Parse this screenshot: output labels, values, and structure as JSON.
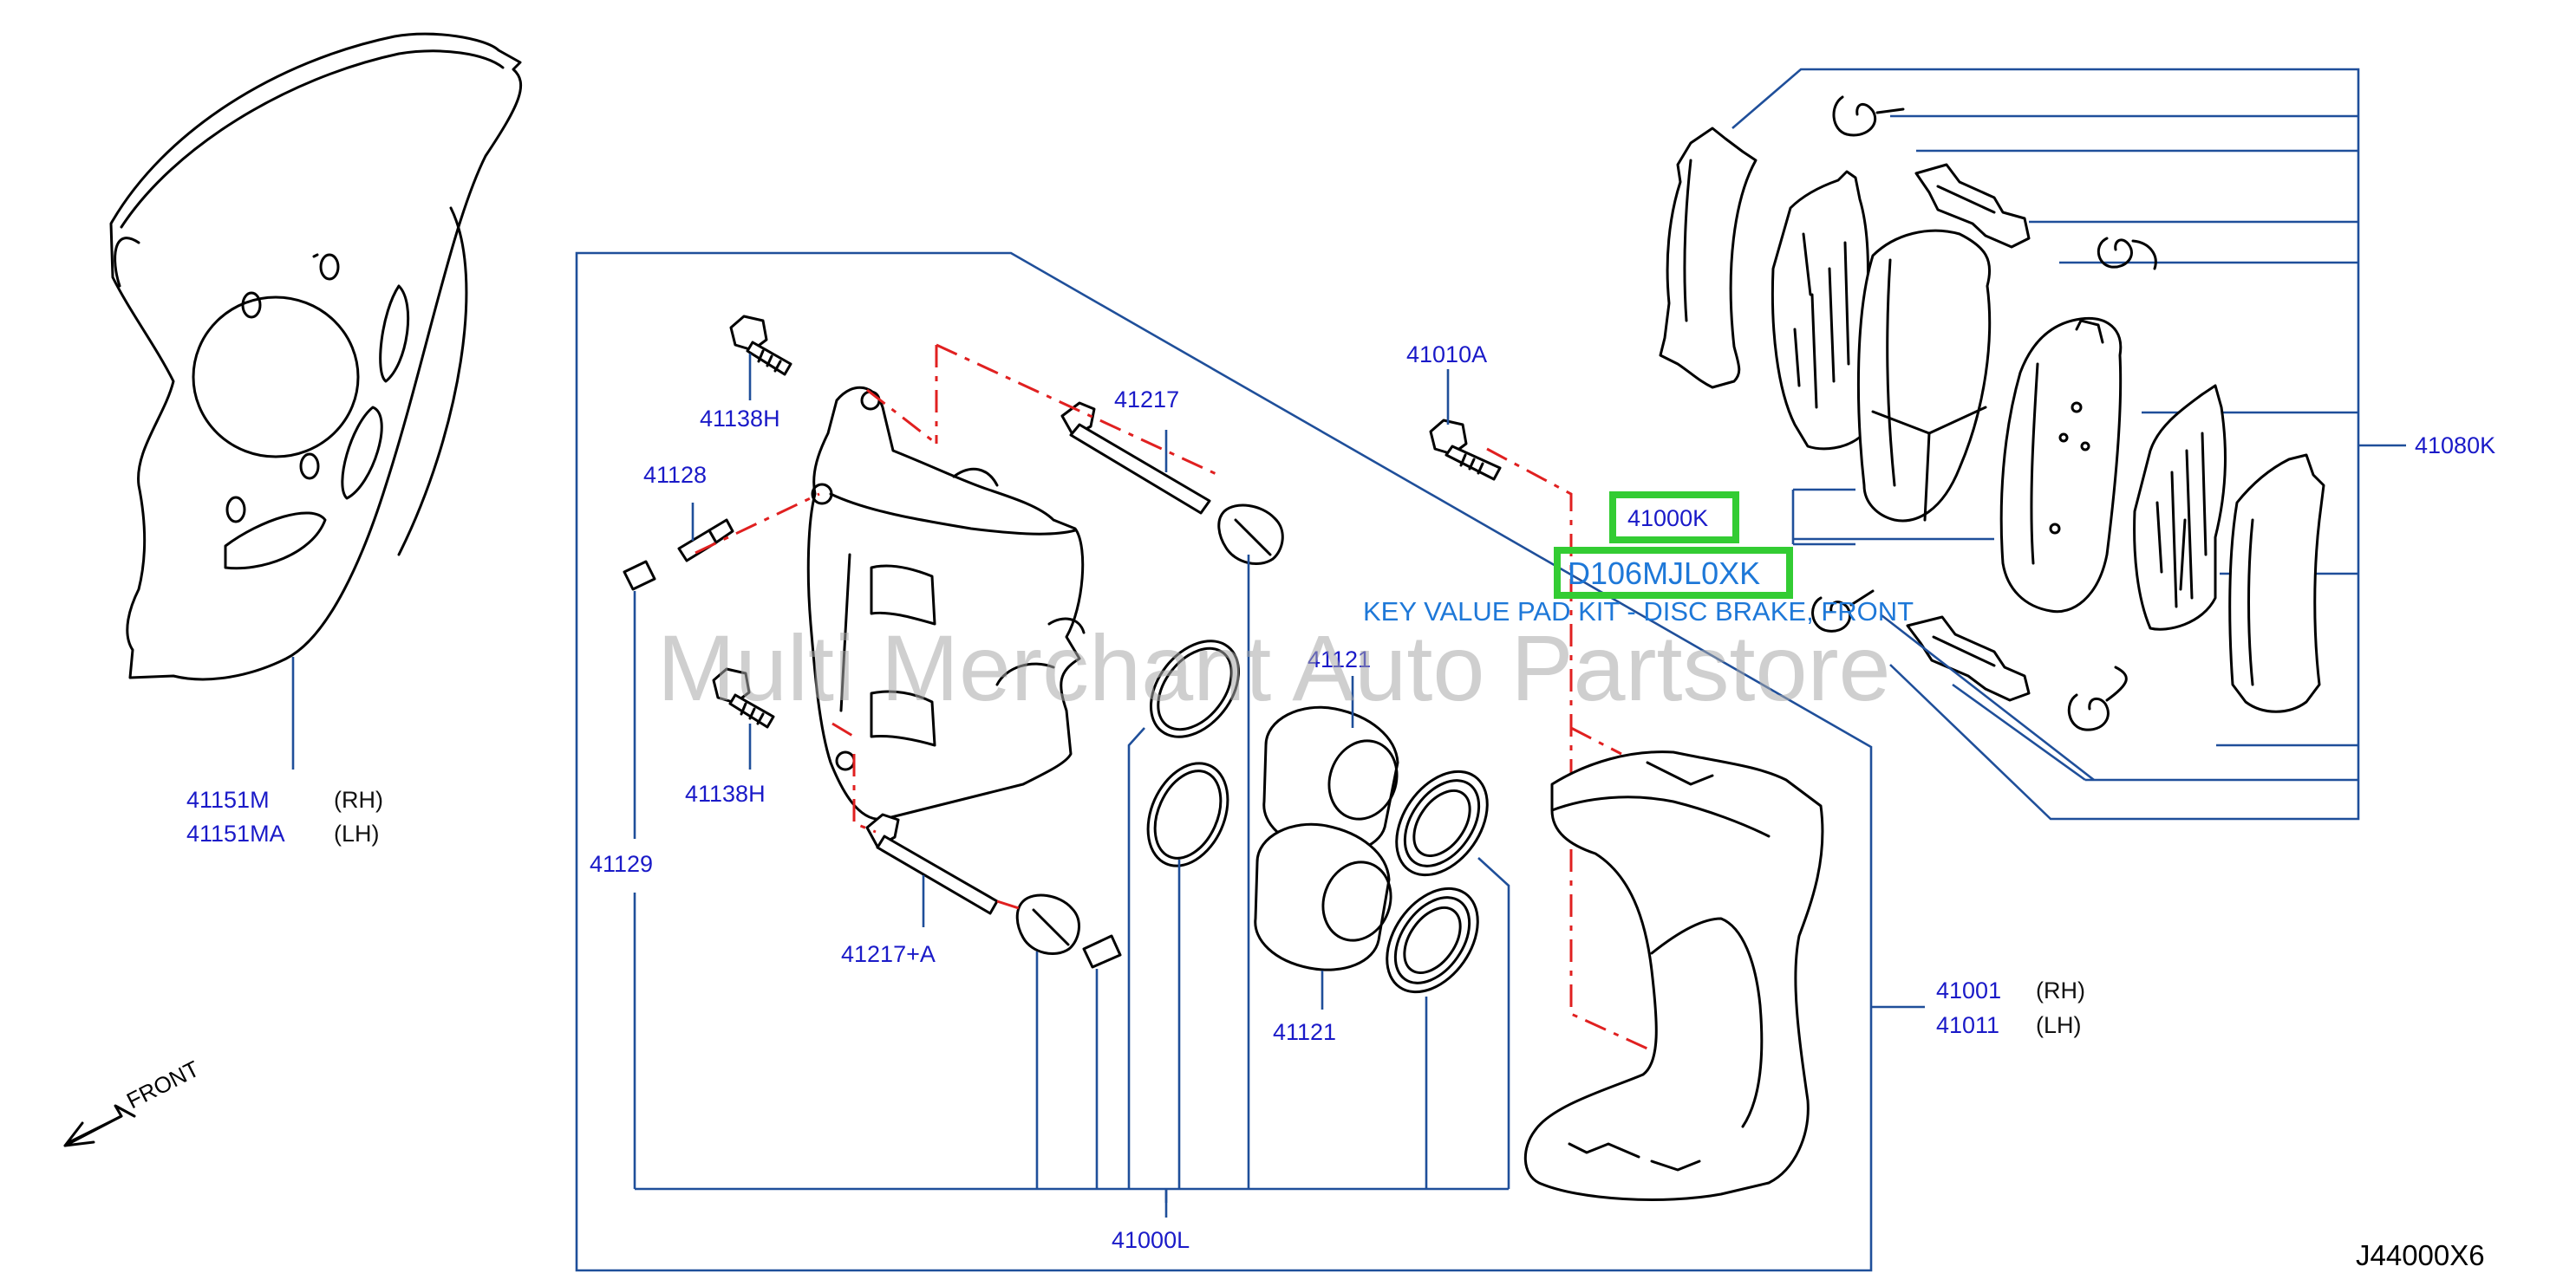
{
  "diagram": {
    "watermark": "Multi Merchant Auto Partstore",
    "code": "J44000X6",
    "front_label": "FRONT",
    "highlight": {
      "part_number": "41000K",
      "oem_code": "D106MJL0XK",
      "description": "KEY VALUE PAD KIT - DISC BRAKE, FRONT"
    },
    "labels": {
      "p41151M": "41151M",
      "p41151MA": "41151MA",
      "rh": "(RH)",
      "lh": "(LH)",
      "p41138H_top": "41138H",
      "p41128": "41128",
      "p41138H_bot": "41138H",
      "p41129": "41129",
      "p41217": "41217",
      "p41217A": "41217+A",
      "p41010A": "41010A",
      "p41121_top": "41121",
      "p41121_bot": "41121",
      "p41000L": "41000L",
      "p41001": "41001",
      "p41011": "41011",
      "p41080K": "41080K"
    }
  }
}
